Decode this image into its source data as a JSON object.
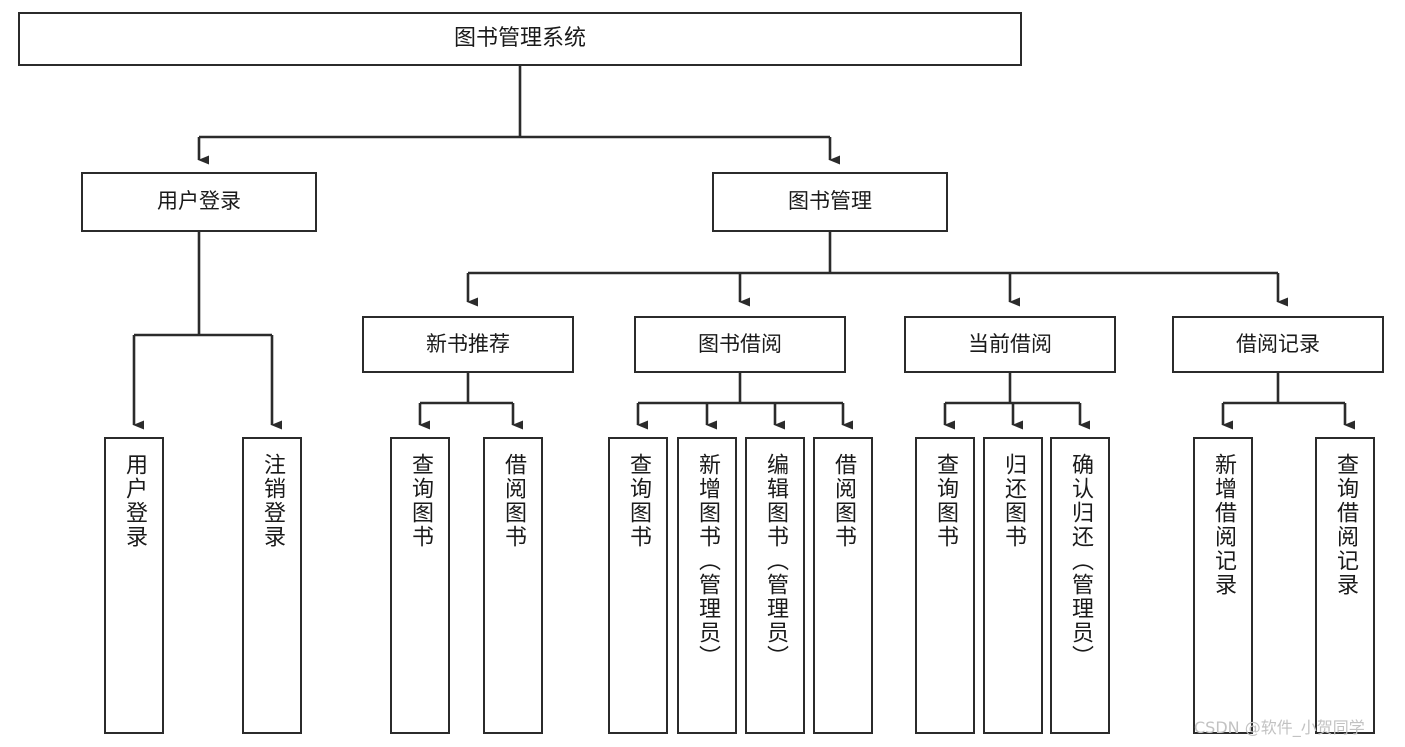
{
  "diagram": {
    "title": "图书管理系统",
    "type": "functional-structure-tree",
    "orientation": "top-down",
    "root": {
      "id": "root",
      "label": "图书管理系统"
    },
    "level2": [
      {
        "id": "user-login",
        "label": "用户登录"
      },
      {
        "id": "book-manage",
        "label": "图书管理"
      }
    ],
    "level3": [
      {
        "id": "new-book-recommend",
        "label": "新书推荐",
        "parent": "book-manage"
      },
      {
        "id": "book-borrow",
        "label": "图书借阅",
        "parent": "book-manage"
      },
      {
        "id": "current-borrow",
        "label": "当前借阅",
        "parent": "book-manage"
      },
      {
        "id": "borrow-record",
        "label": "借阅记录",
        "parent": "book-manage"
      }
    ],
    "leaves": [
      {
        "id": "leaf-user-login",
        "label": "用户登录",
        "parent": "user-login"
      },
      {
        "id": "leaf-logout-login",
        "label": "注销登录",
        "parent": "user-login"
      },
      {
        "id": "leaf-query-book-1",
        "label": "查询图书",
        "parent": "new-book-recommend"
      },
      {
        "id": "leaf-borrow-book-1",
        "label": "借阅图书",
        "parent": "new-book-recommend"
      },
      {
        "id": "leaf-query-book-2",
        "label": "查询图书",
        "parent": "book-borrow"
      },
      {
        "id": "leaf-add-book",
        "label": "新增图书（管理员）",
        "parent": "book-borrow"
      },
      {
        "id": "leaf-edit-book",
        "label": "编辑图书（管理员）",
        "parent": "book-borrow"
      },
      {
        "id": "leaf-borrow-book-2",
        "label": "借阅图书",
        "parent": "book-borrow"
      },
      {
        "id": "leaf-query-book-3",
        "label": "查询图书",
        "parent": "current-borrow"
      },
      {
        "id": "leaf-return-book",
        "label": "归还图书",
        "parent": "current-borrow"
      },
      {
        "id": "leaf-confirm-return",
        "label": "确认归还（管理员）",
        "parent": "current-borrow"
      },
      {
        "id": "leaf-add-record",
        "label": "新增借阅记录",
        "parent": "borrow-record"
      },
      {
        "id": "leaf-query-record",
        "label": "查询借阅记录",
        "parent": "borrow-record"
      }
    ],
    "style": {
      "box_fill": "#ffffff",
      "box_stroke": "#2b2b2b",
      "edge_stroke": "#2b2b2b",
      "text_color": "#1a1a1a",
      "background": "#ffffff"
    }
  },
  "watermark": {
    "text": "CSDN @软件_小贺同学",
    "color": "#c2c2c2"
  }
}
